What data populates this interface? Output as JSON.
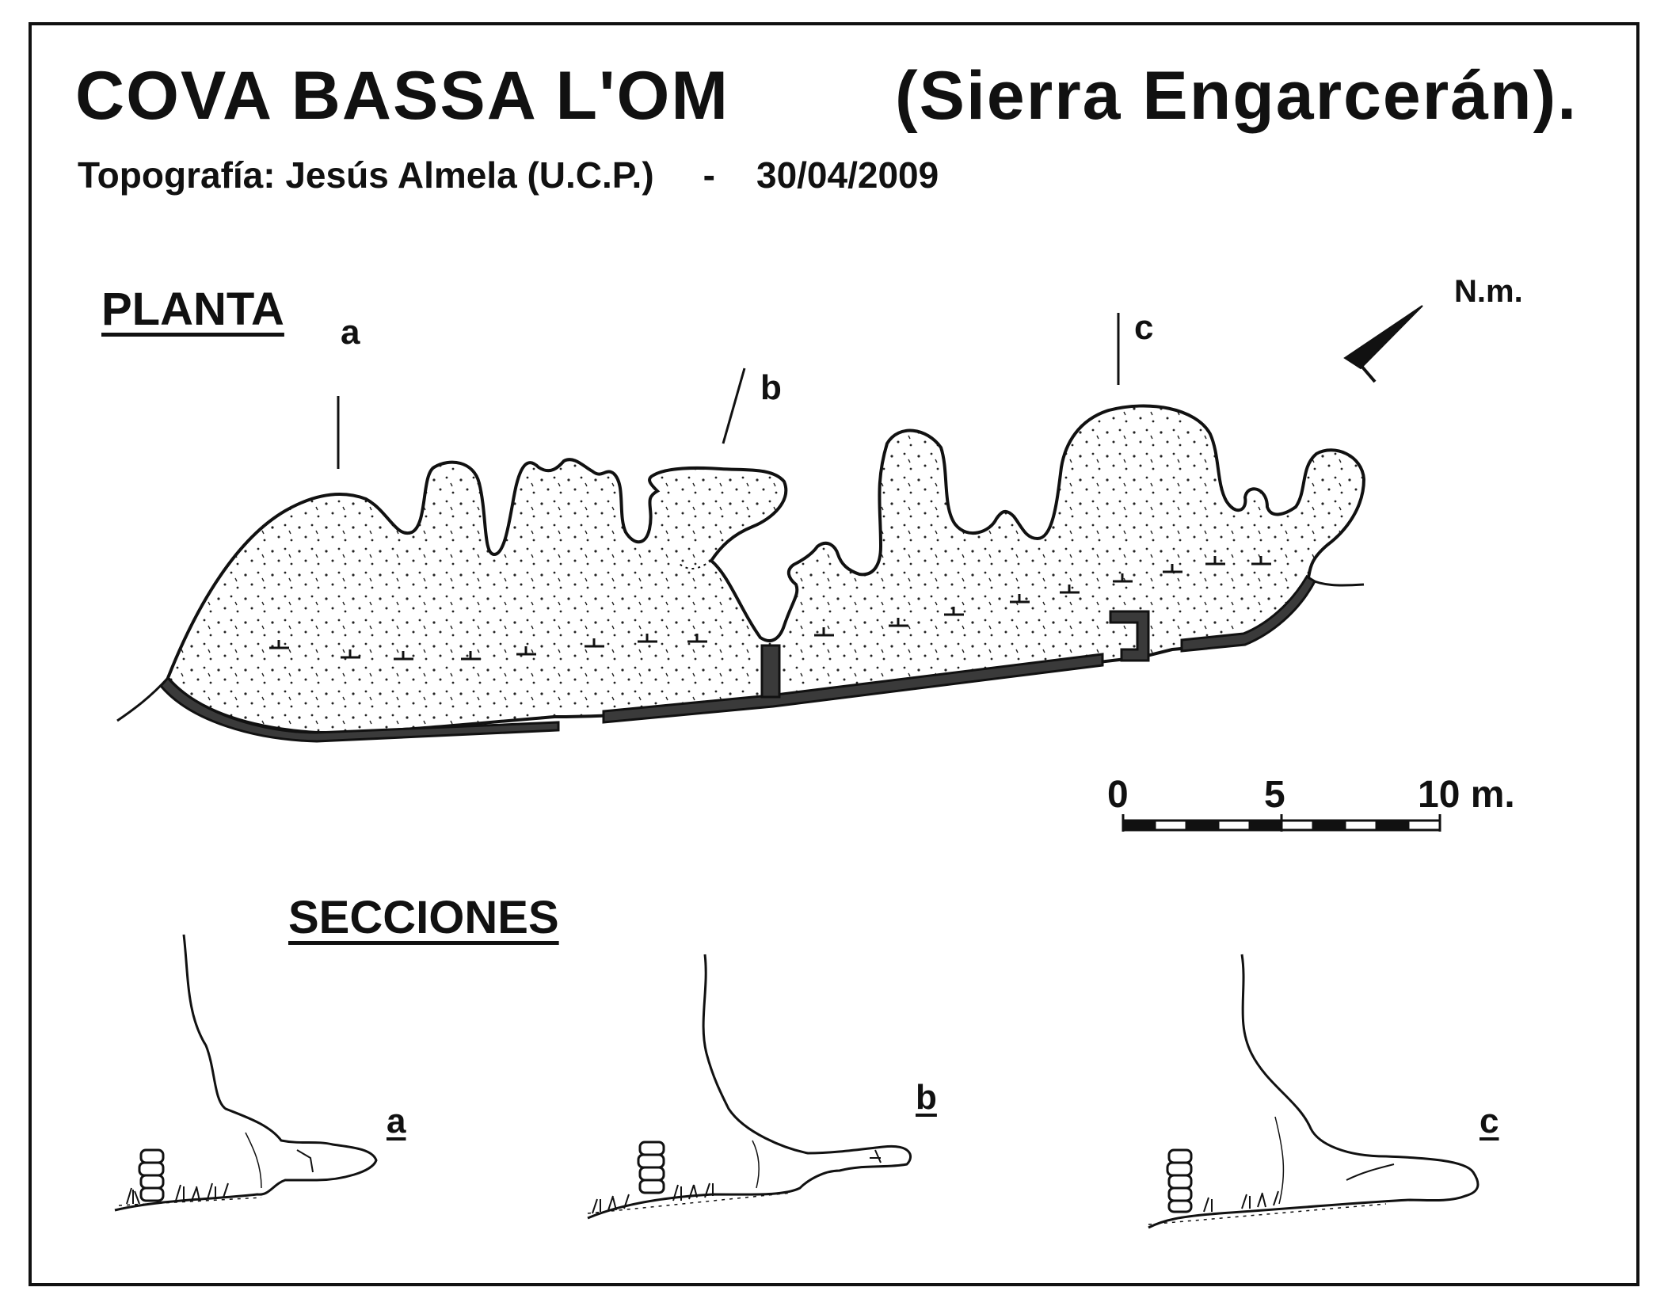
{
  "header": {
    "title": "COVA  BASSA  L'OM",
    "location": "(Sierra  Engarcerán).",
    "credit": "Topografía:  Jesús Almela  (U.C.P.)",
    "separator": "-",
    "date": "30/04/2009"
  },
  "plan": {
    "heading": "PLANTA",
    "north_label": "N.m.",
    "section_marks": [
      "a",
      "b",
      "c"
    ]
  },
  "scale_bar": {
    "labels": [
      "0",
      "5",
      "10 m."
    ],
    "max_value_m": 10
  },
  "sections": {
    "heading": "SECCIONES",
    "labels": [
      "a",
      "b",
      "c"
    ]
  },
  "colors": {
    "ink": "#111111",
    "wall_fill": "#3a3a3a",
    "paper": "#ffffff"
  },
  "icons": [
    "north-arrow-icon",
    "cairn-icon",
    "grass-icon"
  ]
}
